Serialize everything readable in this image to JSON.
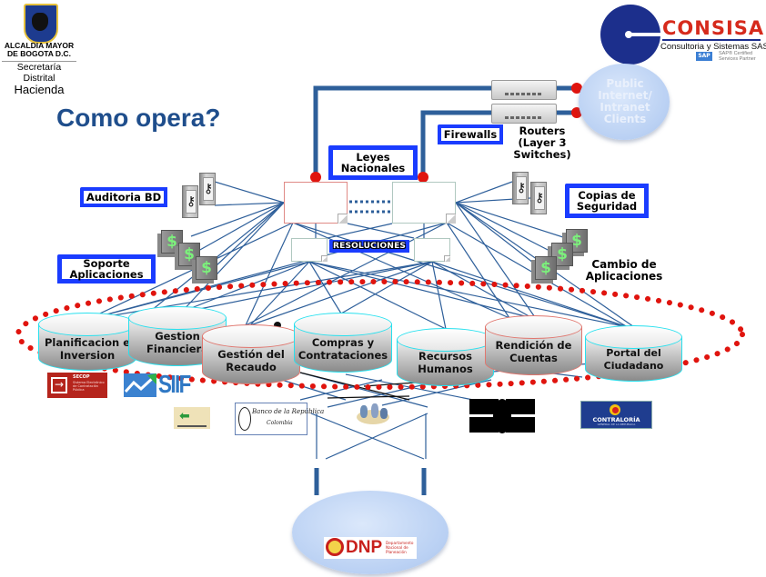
{
  "slide": {
    "title": "Como opera?"
  },
  "header_left": {
    "org_line1": "ALCALDIA MAYOR",
    "org_line2": "DE BOGOTA D.C.",
    "dept_line1": "Secretaría Distrital",
    "dept_line2": "Hacienda"
  },
  "header_right": {
    "brand": "CONSISA",
    "tagline": "Consultoria y Sistemas SAS",
    "sap_badge": "SAP",
    "sap_text_line1": "SAP® Certified",
    "sap_text_line2": "Services Partner"
  },
  "network": {
    "cloud_line1": "Public",
    "cloud_line2": "Internet/",
    "cloud_line3": "Intranet",
    "cloud_line4": "Clients",
    "firewalls_label": "Firewalls",
    "routers_line1": "Routers",
    "routers_line2": "(Layer 3",
    "routers_line3": "Switches)"
  },
  "labels": {
    "leyes_line1": "Leyes",
    "leyes_line2": "Nacionales",
    "auditoria": "Auditoria BD",
    "copias_line1": "Copias de",
    "copias_line2": "Seguridad",
    "soporte_line1": "Soporte",
    "soporte_line2": "Aplicaciones",
    "cambio_line1": "Cambio de",
    "cambio_line2": "Aplicaciones",
    "resoluciones": "RESOLUCIONES"
  },
  "databases": [
    {
      "line1": "Planificacion e",
      "line2": "Inversion"
    },
    {
      "line1": "Gestion",
      "line2": "Financiera"
    },
    {
      "line1": "Gestión del",
      "line2": "Recaudo"
    },
    {
      "line1": "Compras y",
      "line2": "Contrataciones"
    },
    {
      "line1": "Recursos",
      "line2": "Humanos"
    },
    {
      "line1": "Rendición de",
      "line2": "Cuentas"
    },
    {
      "line1": "Portal del",
      "line2": "Ciudadano"
    }
  ],
  "logos": {
    "secop_title": "SECOP",
    "secop_sub": "Sistema Electrónico de Contratación Pública",
    "siif": "SIIF",
    "banco_line1": "Banco de la República",
    "banco_line2": "Colombia",
    "contraloria": "CONTRALORÍA",
    "contraloria_sub": "GENERAL DE LA REPÚBLICA",
    "dnp": "DNP",
    "dnp_sub": "Departamento Nacional de Planeación"
  },
  "icons": {
    "key": "🔑",
    "dollar": "$"
  },
  "colors": {
    "title": "#1f4e8c",
    "label_border": "#1a3cff",
    "connector": "#2e5f9a",
    "dot_red": "#e0140e",
    "db_border_cyan": "#27e0ee",
    "db_border_red": "#e0766e"
  }
}
